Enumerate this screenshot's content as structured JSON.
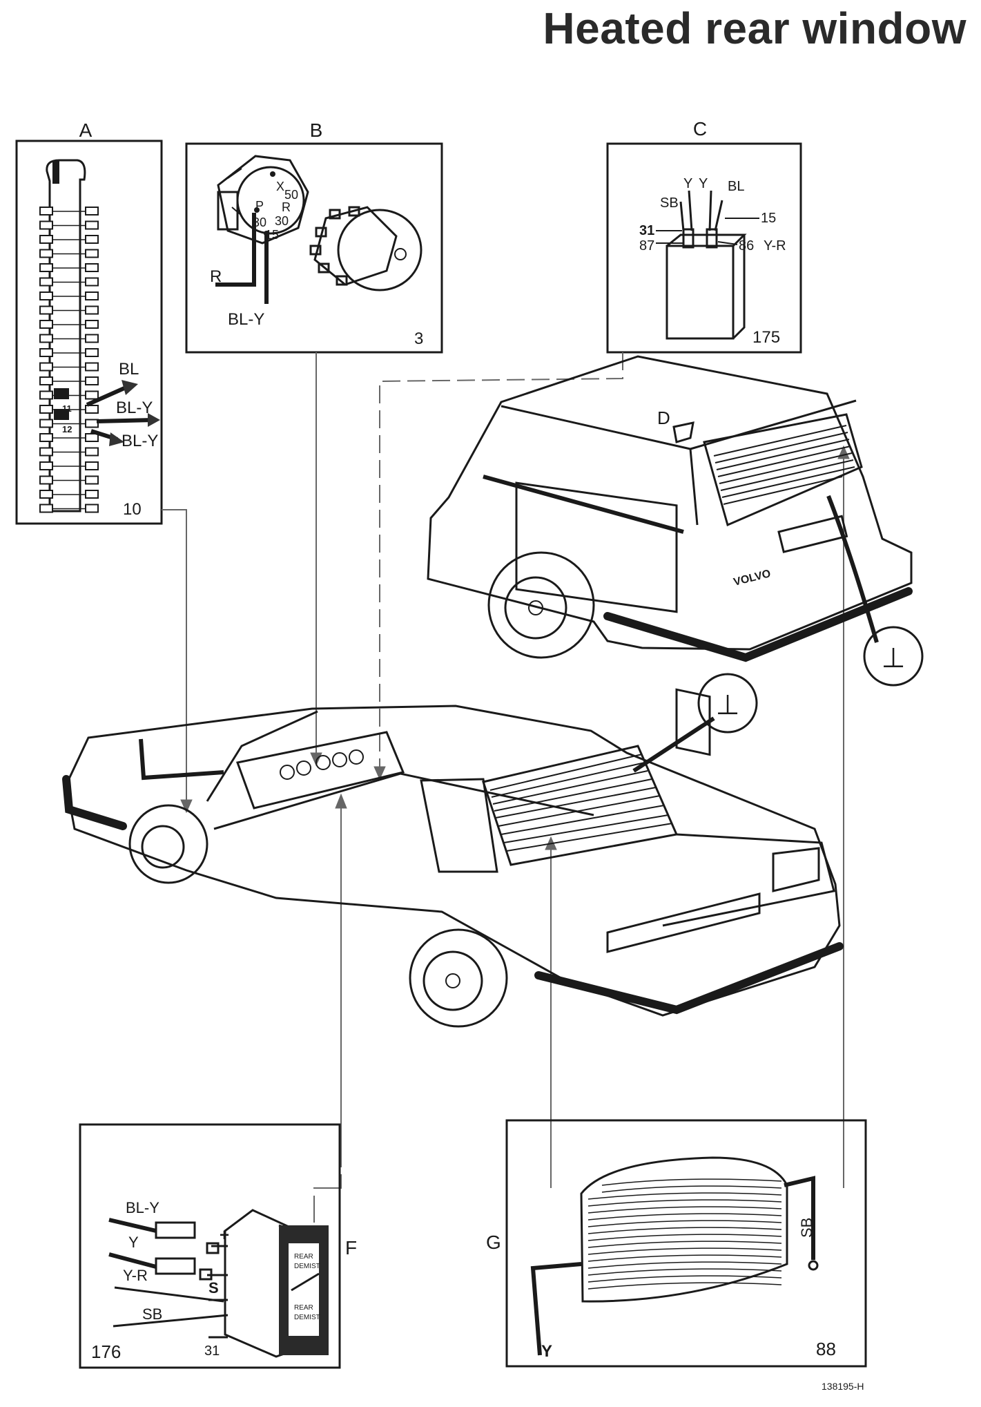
{
  "title": "Heated rear window",
  "footer_code": "138195-H",
  "ground_symbol": "⊥",
  "panels": {
    "A": {
      "letter": "A",
      "number": "10",
      "fuse_labels": [
        "11",
        "12"
      ],
      "wires": [
        "BL",
        "BL-Y",
        "BL-Y"
      ]
    },
    "B": {
      "letter": "B",
      "number": "3",
      "terminals": [
        "X",
        "50",
        "P",
        "R",
        "30",
        "30",
        "15"
      ],
      "wires": [
        "R",
        "BL-Y"
      ]
    },
    "C": {
      "letter": "C",
      "number": "175",
      "wires_top": [
        "SB",
        "Y",
        "Y",
        "BL"
      ],
      "terminals": [
        "31",
        "87",
        "15",
        "86"
      ],
      "wire_right": "Y-R"
    },
    "D": {
      "letter": "D",
      "badge": "VOLVO"
    },
    "F": {
      "letter": "F",
      "number": "176",
      "wires": [
        "BL-Y",
        "Y",
        "Y-R",
        "SB"
      ],
      "terminals": [
        "+",
        "S",
        "31"
      ],
      "switch_text": [
        "REAR",
        "DEMIST",
        "REAR",
        "DEMIST"
      ]
    },
    "G": {
      "letter": "G",
      "number": "88",
      "wires": [
        "SB",
        "Y"
      ]
    }
  }
}
